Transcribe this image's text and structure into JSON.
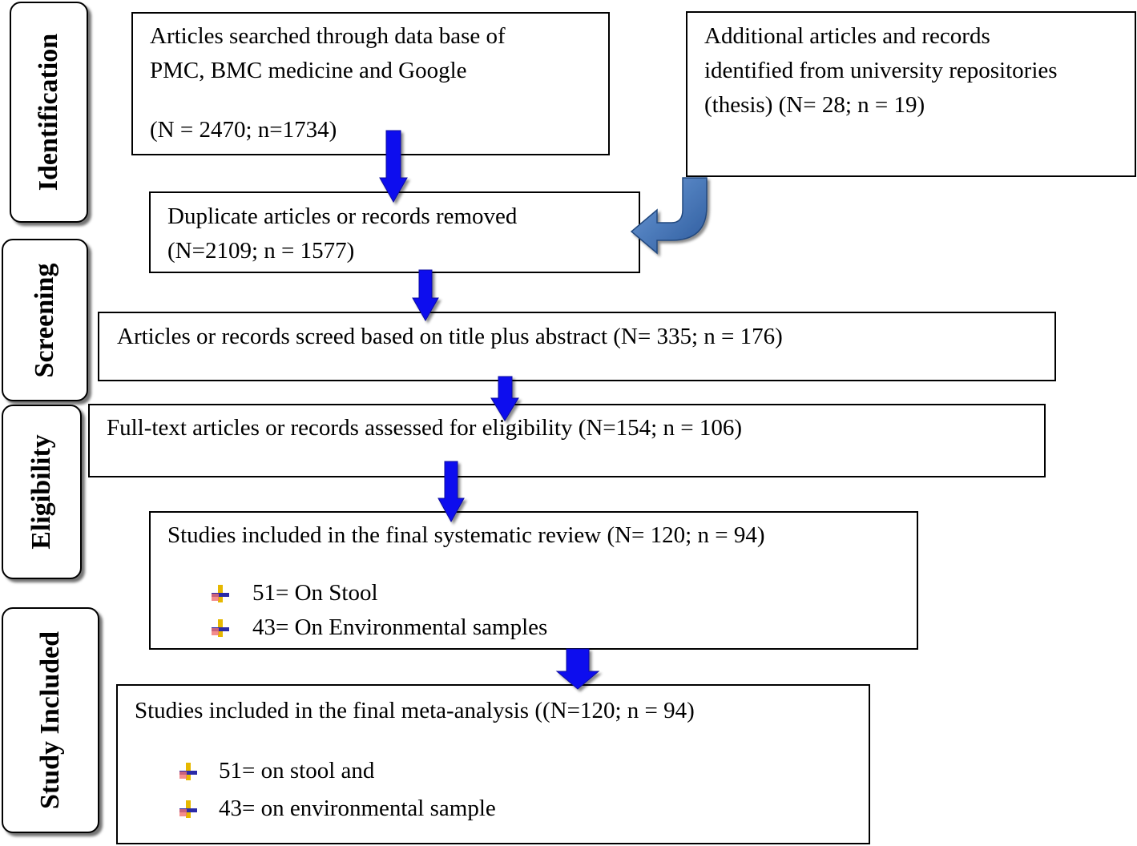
{
  "stages": {
    "identification": "Identification",
    "screening": "Screening",
    "eligibility": "Eligibility",
    "included": "Study Included"
  },
  "boxes": {
    "search": {
      "line1": "Articles searched through data base of",
      "line2": "PMC, BMC medicine and Google",
      "line3": "(N = 2470; n=1734)"
    },
    "additional": {
      "line1": "Additional articles and records",
      "line2": "identified from university repositories",
      "line3": "(thesis) (N= 28; n = 19)"
    },
    "duplicates": {
      "line1": "Duplicate articles or records removed",
      "line2": "(N=2109; n = 1577)"
    },
    "screened": {
      "line1": "Articles or records screed based on title plus abstract (N= 335; n = 176)"
    },
    "fulltext": {
      "line1": "Full-text articles or records assessed for eligibility (N=154; n = 106)"
    },
    "systematic": {
      "line1": "Studies included in the final systematic review (N= 120; n = 94)",
      "bullets": [
        "51= On Stool",
        "43= On Environmental samples"
      ]
    },
    "meta": {
      "line1": "Studies included in the final meta-analysis ((N=120; n = 94)",
      "bullets": [
        "51= on stool and",
        "43= on environmental sample"
      ]
    }
  },
  "colors": {
    "arrow": "#1010ee",
    "curved_arrow": "#3b6db0",
    "border": "#000000"
  }
}
